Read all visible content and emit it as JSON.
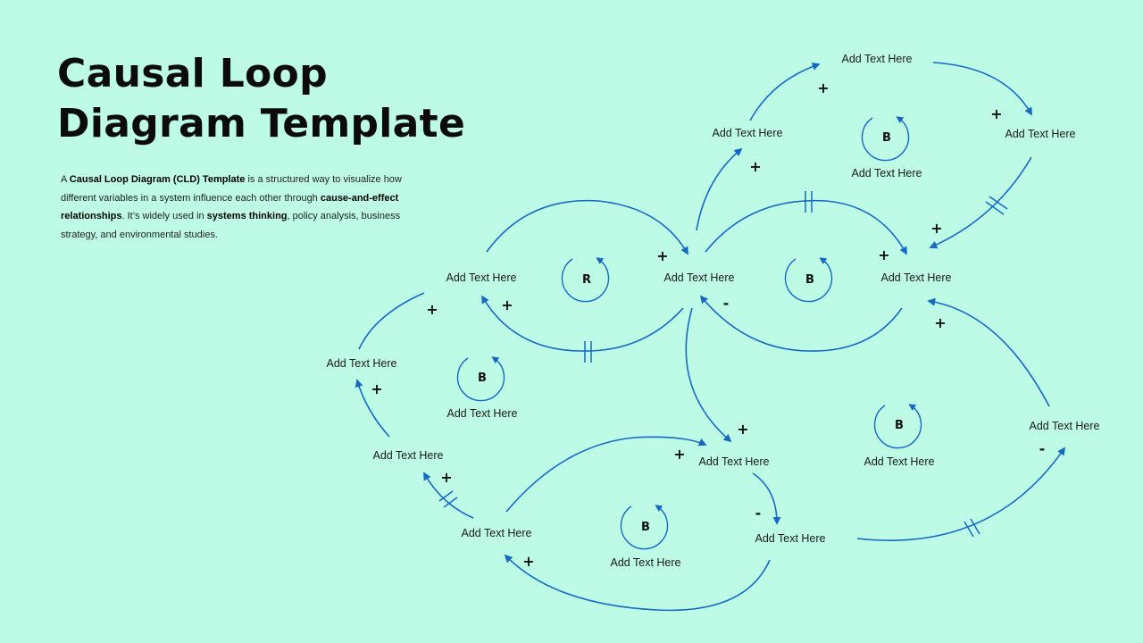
{
  "title_line1": "Causal Loop",
  "title_line2": "Diagram Template",
  "description": {
    "p1": "A ",
    "b1": "Causal Loop Diagram (CLD) Template",
    "p2": " is a structured way to visualize how different variables in a system influence each other through ",
    "b2": "cause-and-effect relationships",
    "p3": ". It’s widely used in ",
    "b3": "systems thinking",
    "p4": ", policy analysis, business strategy, and environmental studies."
  },
  "node_text": "Add Text Here",
  "colors": {
    "background": "#bdfbe6",
    "link": "#1569c4",
    "text": "#111111"
  },
  "nodes": [
    {
      "id": "n1",
      "label": "Add Text Here"
    },
    {
      "id": "n2",
      "label": "Add Text Here"
    },
    {
      "id": "n3",
      "label": "Add Text Here"
    },
    {
      "id": "n4",
      "label": "Add Text Here"
    },
    {
      "id": "n5",
      "label": "Add Text Here"
    },
    {
      "id": "n6",
      "label": "Add Text Here"
    },
    {
      "id": "n7",
      "label": "Add Text Here"
    },
    {
      "id": "n8",
      "label": "Add Text Here"
    },
    {
      "id": "n9",
      "label": "Add Text Here"
    },
    {
      "id": "n10",
      "label": "Add Text Here"
    },
    {
      "id": "n11",
      "label": "Add Text Here"
    },
    {
      "id": "n12",
      "label": "Add Text Here"
    }
  ],
  "loops": [
    {
      "id": "L1",
      "type": "B",
      "label": "Add Text Here"
    },
    {
      "id": "L2",
      "type": "R",
      "label": ""
    },
    {
      "id": "L3",
      "type": "B",
      "label": ""
    },
    {
      "id": "L4",
      "type": "B",
      "label": "Add Text Here"
    },
    {
      "id": "L5",
      "type": "B",
      "label": "Add Text Here"
    },
    {
      "id": "L6",
      "type": "B",
      "label": "Add Text Here"
    }
  ],
  "links": [
    {
      "from": "n2",
      "to": "n1",
      "polarity": "+",
      "delay": false
    },
    {
      "from": "n1",
      "to": "n3",
      "polarity": "+",
      "delay": false
    },
    {
      "from": "n3",
      "to": "n6",
      "polarity": "+",
      "delay": true
    },
    {
      "from": "n5",
      "to": "n2",
      "polarity": "+",
      "delay": false
    },
    {
      "from": "n5",
      "to": "n6",
      "polarity": "+",
      "delay": true
    },
    {
      "from": "n4",
      "to": "n5",
      "polarity": "+",
      "delay": false
    },
    {
      "from": "n5",
      "to": "n4",
      "polarity": "+",
      "delay": true
    },
    {
      "from": "n6",
      "to": "n5",
      "polarity": "-",
      "delay": false
    },
    {
      "from": "n4",
      "to": "n7",
      "polarity": "+",
      "delay": false
    },
    {
      "from": "n8",
      "to": "n7",
      "polarity": "+",
      "delay": false
    },
    {
      "from": "n10",
      "to": "n8",
      "polarity": "+",
      "delay": true
    },
    {
      "from": "n10",
      "to": "n9",
      "polarity": "+",
      "delay": false
    },
    {
      "from": "n5",
      "to": "n9",
      "polarity": "+",
      "delay": false
    },
    {
      "from": "n9",
      "to": "n11",
      "polarity": "-",
      "delay": false
    },
    {
      "from": "n11",
      "to": "n10",
      "polarity": "+",
      "delay": false
    },
    {
      "from": "n11",
      "to": "n12",
      "polarity": "-",
      "delay": true
    },
    {
      "from": "n12",
      "to": "n6",
      "polarity": "+",
      "delay": false
    }
  ]
}
